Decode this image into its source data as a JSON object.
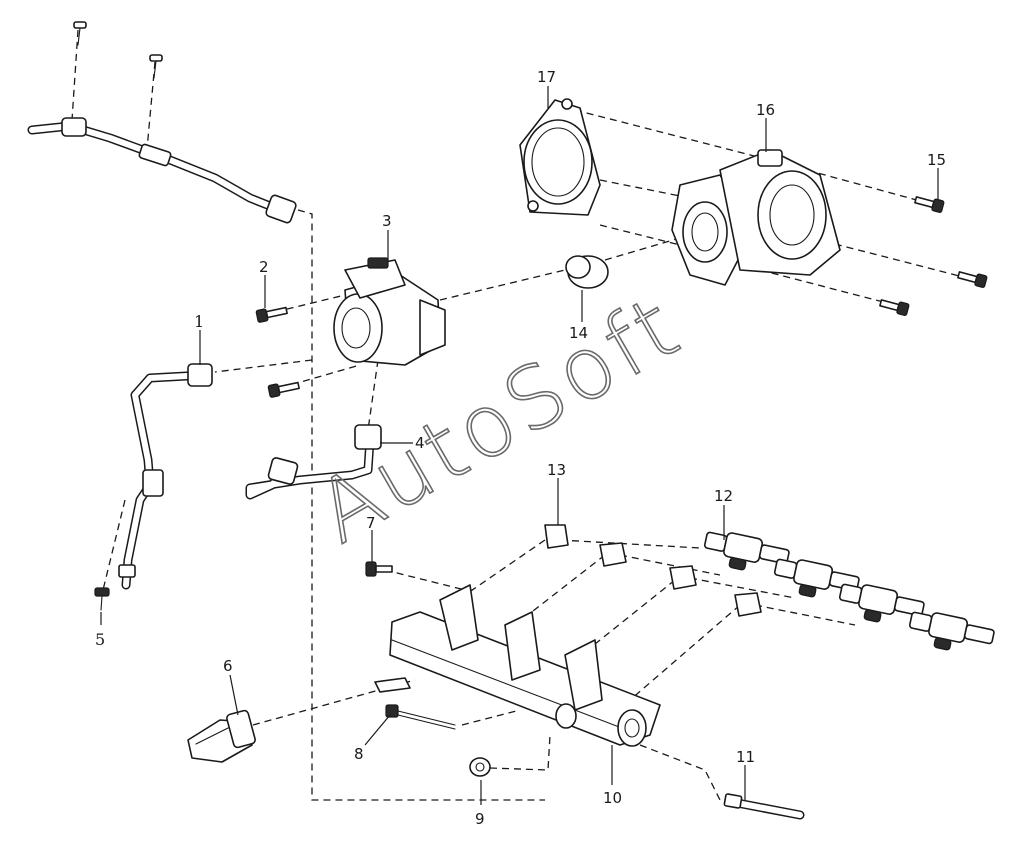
{
  "watermark": "AutoSoft",
  "callouts": [
    {
      "id": "1",
      "part": "high-pressure-fuel-pipe"
    },
    {
      "id": "2",
      "part": "pump-bolt"
    },
    {
      "id": "3",
      "part": "high-pressure-fuel-pump"
    },
    {
      "id": "4",
      "part": "pump-to-rail-pipe"
    },
    {
      "id": "5",
      "part": "pipe-clip-bolt"
    },
    {
      "id": "6",
      "part": "fuel-pressure-sensor"
    },
    {
      "id": "7",
      "part": "rail-bolt"
    },
    {
      "id": "8",
      "part": "rail-stud"
    },
    {
      "id": "9",
      "part": "nut"
    },
    {
      "id": "10",
      "part": "fuel-rail"
    },
    {
      "id": "11",
      "part": "return-pipe"
    },
    {
      "id": "12",
      "part": "fuel-injector"
    },
    {
      "id": "13",
      "part": "injector-clip"
    },
    {
      "id": "14",
      "part": "tappet"
    },
    {
      "id": "15",
      "part": "housing-bolt"
    },
    {
      "id": "16",
      "part": "pump-housing"
    },
    {
      "id": "17",
      "part": "housing-gasket"
    }
  ],
  "colors": {
    "line": "#1a1a1a",
    "background": "#ffffff",
    "watermark": "#6a6a6a"
  }
}
